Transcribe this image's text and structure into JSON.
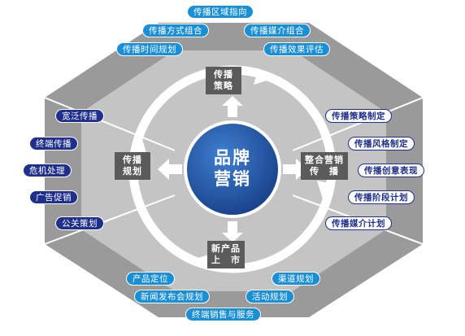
{
  "center": {
    "line1": "品牌",
    "line2": "营销"
  },
  "nodes": {
    "top": {
      "line1": "传播",
      "line2": "策略"
    },
    "left": {
      "line1": "传播",
      "line2": "规划"
    },
    "right": {
      "line1": "整合营销",
      "line2": "传　播"
    },
    "bottom": {
      "line1": "新产品",
      "line2": "上　市"
    }
  },
  "top_labels": [
    "传播区域指向",
    "传播方式组合",
    "传播媒介组合",
    "传播时间规划",
    "传播效果评估"
  ],
  "left_labels": [
    "宽泛传播",
    "终端传播",
    "危机处理",
    "广告促销",
    "公关策划"
  ],
  "right_labels": [
    "传播策略制定",
    "传播风格制定",
    "传播创意表现",
    "传播阶段计划",
    "传播媒介计划"
  ],
  "bottom_labels": [
    "产品定位",
    "渠道规划",
    "新闻发布会规划",
    "活动规划",
    "终端销售与服务"
  ],
  "colors": {
    "outer_ring": "#9a9a9a",
    "inner_ring": "#c4c4c4",
    "circle_blue": "#1f4f9e",
    "light_pill": "#1a8fd6",
    "dark_pill": "#1e2f8c",
    "node_gray": "#5b5b5b"
  }
}
